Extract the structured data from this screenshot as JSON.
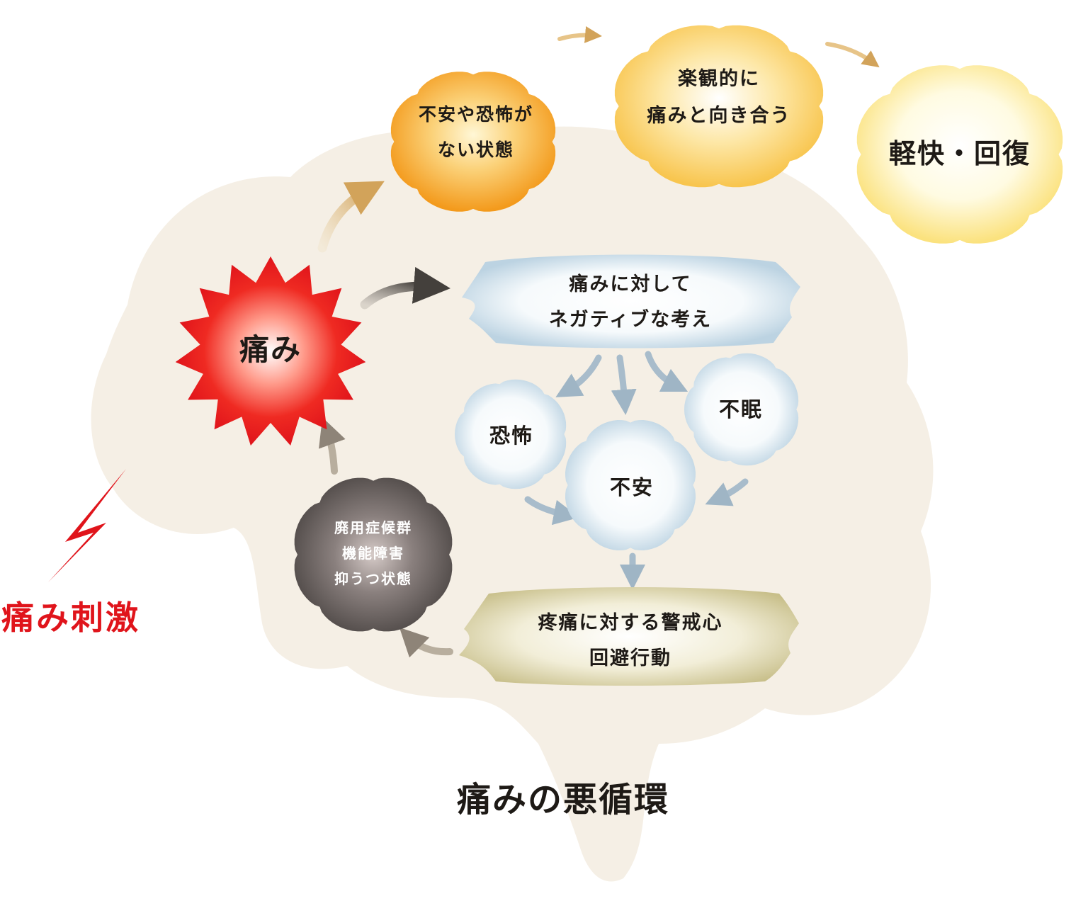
{
  "title": "痛みの悪循環",
  "stimulus_label": "痛み刺激",
  "nodes": {
    "pain": "痛み",
    "no_anxiety": [
      "不安や恐怖が",
      "ない状態"
    ],
    "optimistic": [
      "楽観的に",
      "痛みと向き合う"
    ],
    "recovery": "軽快・回復",
    "negative_thoughts": [
      "痛みに対して",
      "ネガティブな考え"
    ],
    "fear": "恐怖",
    "insomnia": "不眠",
    "anxiety": "不安",
    "vigilance": [
      "疼痛に対する警戒心",
      "回避行動"
    ],
    "disuse": [
      "廃用症候群",
      "機能障害",
      "抑うつ状態"
    ]
  },
  "colors": {
    "brain": "#f5efe5",
    "pain_red": "#e0141b",
    "orange": "#f4a428",
    "yellow": "#fbd56a",
    "pale_yellow": "#fdf0a8",
    "cloud_blue": "#dbe8f1",
    "khaki": "#d8d0a8",
    "dark": "#5a5452"
  }
}
